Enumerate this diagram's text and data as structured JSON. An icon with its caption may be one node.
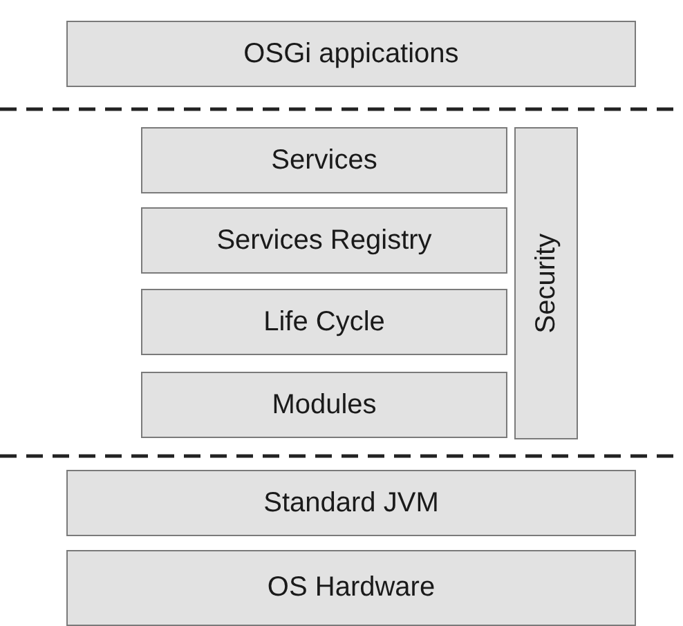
{
  "diagram": {
    "nodes": [
      {
        "text": [
          "OSGi appications"
        ]
      },
      {
        "text": [
          "Services"
        ]
      },
      {
        "text": [
          "Services Registry"
        ]
      },
      {
        "text": [
          "Life Cycle"
        ]
      },
      {
        "text": [
          "Modules"
        ]
      },
      {
        "text": [
          "Security"
        ]
      },
      {
        "text": [
          "Standard JVM"
        ]
      },
      {
        "text": [
          "OS Hardware"
        ]
      }
    ],
    "edges": []
  }
}
